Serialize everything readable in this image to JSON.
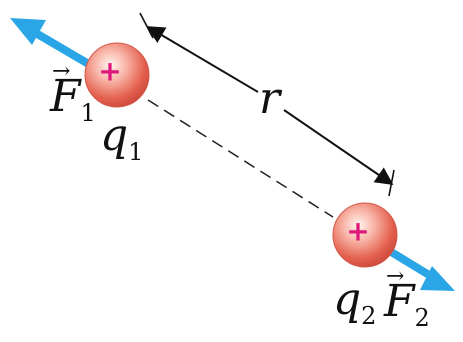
{
  "diagram": {
    "charge1": {
      "name": "q",
      "subscript": "1",
      "sign": "+"
    },
    "charge2": {
      "name": "q",
      "subscript": "2",
      "sign": "+"
    },
    "force1": {
      "name": "F",
      "subscript": "1",
      "vector_mark": "→"
    },
    "force2": {
      "name": "F",
      "subscript": "2",
      "vector_mark": "→"
    },
    "distance_label": "r",
    "colors": {
      "force_arrow": "#2aa6e6",
      "charge_fill": "#e96a5a",
      "charge_highlight": "#ffe4dc",
      "plus_sign": "#e0157a",
      "dimension_line": "#111111",
      "dashed_line": "#222222"
    }
  }
}
